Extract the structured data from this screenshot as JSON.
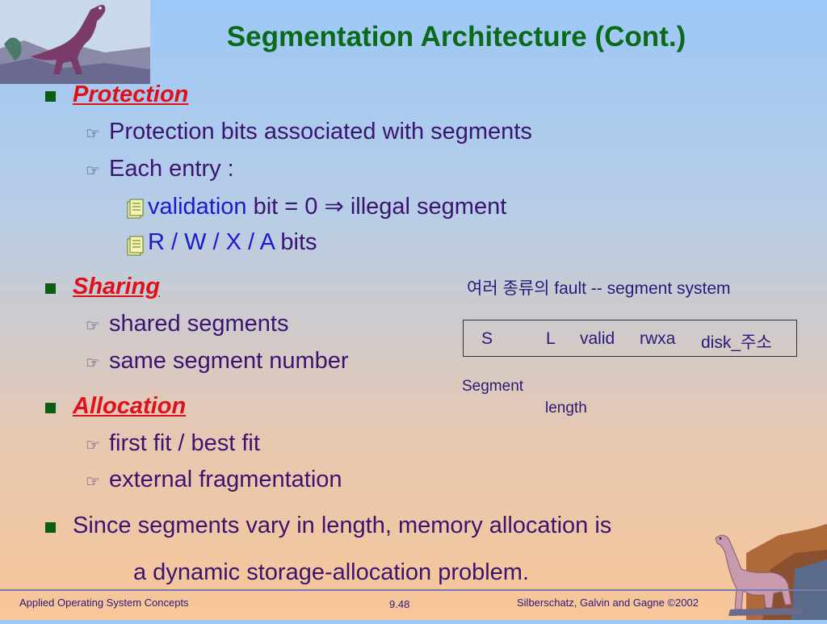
{
  "title": "Segmentation Architecture (Cont.)",
  "sections": {
    "protection": {
      "heading": "Protection",
      "items": [
        "Protection bits associated with segments",
        "Each entry :"
      ],
      "sub": {
        "validation_a": "validation",
        "validation_b": " bit = 0 ",
        "arrow": "⇒",
        "validation_c": " illegal segment",
        "rwxa_a": "R / W / X / A",
        "rwxa_b": "  bits"
      }
    },
    "sharing": {
      "heading": "Sharing",
      "items": [
        "shared segments",
        "same segment number"
      ]
    },
    "allocation": {
      "heading": "Allocation",
      "items": [
        "first fit / best fit",
        "external fragmentation"
      ]
    },
    "since": {
      "line1": "Since segments vary in length, memory allocation is",
      "line2": "a dynamic storage-allocation problem."
    }
  },
  "note": {
    "fault_text": "여러 종류의 fault  -- segment system",
    "box_fields": [
      "S",
      "L",
      "valid",
      "rwxa",
      "disk_주소"
    ],
    "segment_label": "Segment",
    "length_label": "length"
  },
  "footer": {
    "left": "Applied Operating System Concepts",
    "center": "9.48",
    "right": "Silberschatz, Galvin and  Gagne ©2002"
  },
  "colors": {
    "title": "#0a6a1a",
    "heading": "#e0101a",
    "body": "#3a1470",
    "highlight": "#1a1ad0"
  },
  "icons": [
    "dinosaur-logo",
    "pointing-hand-icon",
    "document-stack-icon",
    "square-bullet-icon",
    "brontosaurus-illustration"
  ]
}
